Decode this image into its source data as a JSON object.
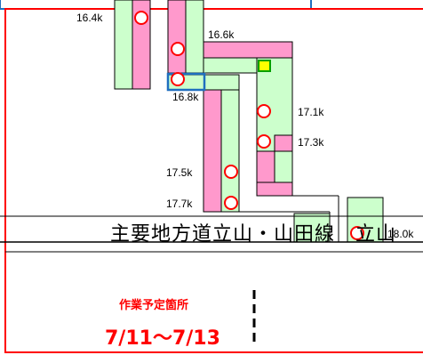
{
  "map": {
    "kilopost_labels": [
      "16.4k",
      "16.6k",
      "16.8k",
      "17.1k",
      "17.3k",
      "17.5k",
      "17.7k",
      "18.0k"
    ],
    "road_name": "主要地方道立山・山田線　立山",
    "work_area": {
      "label": "作業予定箇所",
      "dates": "7/11〜7/13"
    },
    "colors": {
      "frame": "#ff0000",
      "light_green_fill": "#ccffcc",
      "pink_fill": "#ff99cc",
      "marker_circle": "#ff0000",
      "highlight_box_blue": "#1f6fbf",
      "yellow_marker": "#ffff00",
      "yellow_marker_border": "#00a000",
      "label_red": "#ff0000"
    }
  }
}
